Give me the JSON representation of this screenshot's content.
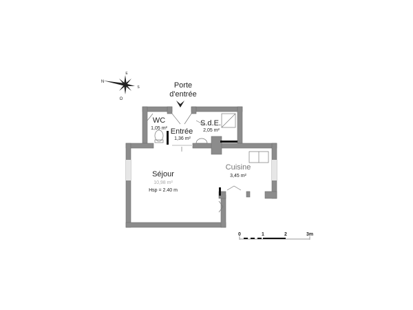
{
  "entrance": {
    "line1": "Porte",
    "line2": "d'entrée"
  },
  "compass": {
    "n": "N",
    "e": "E",
    "s": "S",
    "o": "O"
  },
  "rooms": {
    "wc": {
      "name": "WC",
      "area": "1,05 m²"
    },
    "entree": {
      "name": "Entrée",
      "area": "1,36 m²"
    },
    "sde": {
      "name": "S.d.E.",
      "area": "2,05 m²"
    },
    "sejour": {
      "name": "Séjour",
      "area": "10,98 m²",
      "height": "Hsp = 2.40 m"
    },
    "cuisine": {
      "name": "Cuisine",
      "area": "3,45 m²"
    }
  },
  "scale": {
    "t0": "0",
    "t1": "1",
    "t2": "2",
    "t3": "3m"
  },
  "colors": {
    "wall": "#8c8c8c"
  }
}
